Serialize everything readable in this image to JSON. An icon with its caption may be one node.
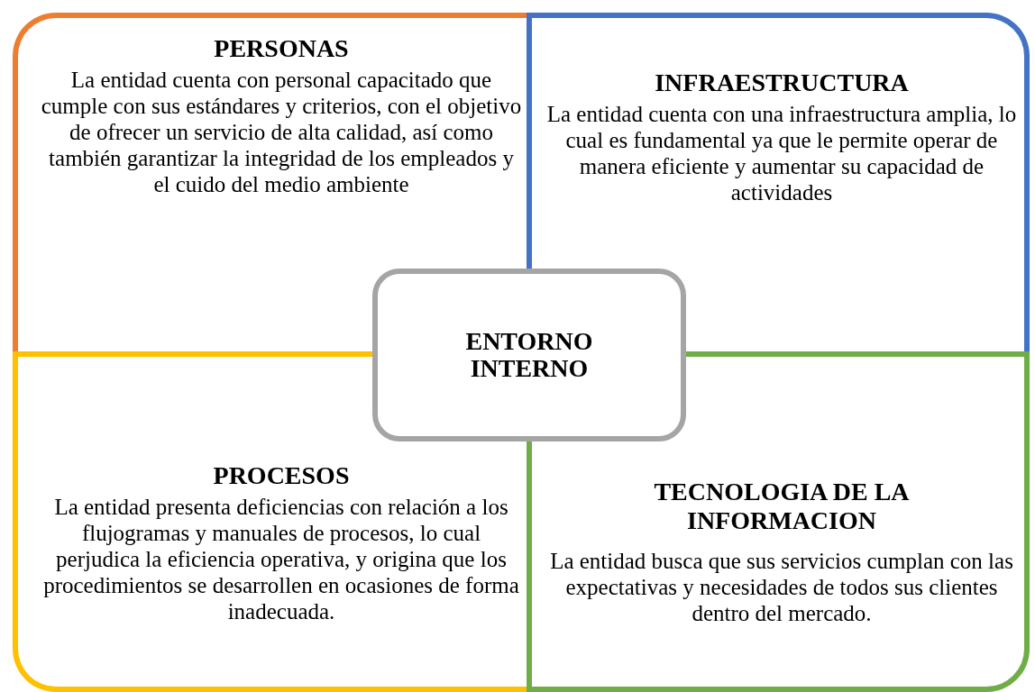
{
  "diagram": {
    "nodes": [
      {
        "text": [
          "PERSONAS",
          "La entidad cuenta con personal capacitado que cumple con sus estándares y criterios, con el objetivo de ofrecer un servicio de alta calidad, así como también garantizar la integridad de los empleados y el cuido del medio ambiente"
        ]
      },
      {
        "text": [
          "INFRAESTRUCTURA",
          "La entidad cuenta con una infraestructura amplia, lo cual es fundamental ya que le permite operar de manera eficiente y aumentar su capacidad de actividades"
        ]
      },
      {
        "text": [
          "PROCESOS",
          "La entidad presenta deficiencias con relación a los flujogramas y manuales de procesos, lo cual perjudica la eficiencia operativa, y origina que los procedimientos se desarrollen en ocasiones de forma inadecuada."
        ]
      },
      {
        "text": [
          "TECNOLOGIA DE LA INFORMACION",
          "La entidad busca que sus servicios cumplan con las expectativas y necesidades de todos sus clientes dentro del mercado."
        ]
      },
      {
        "text": [
          "ENTORNO INTERNO"
        ]
      }
    ]
  }
}
